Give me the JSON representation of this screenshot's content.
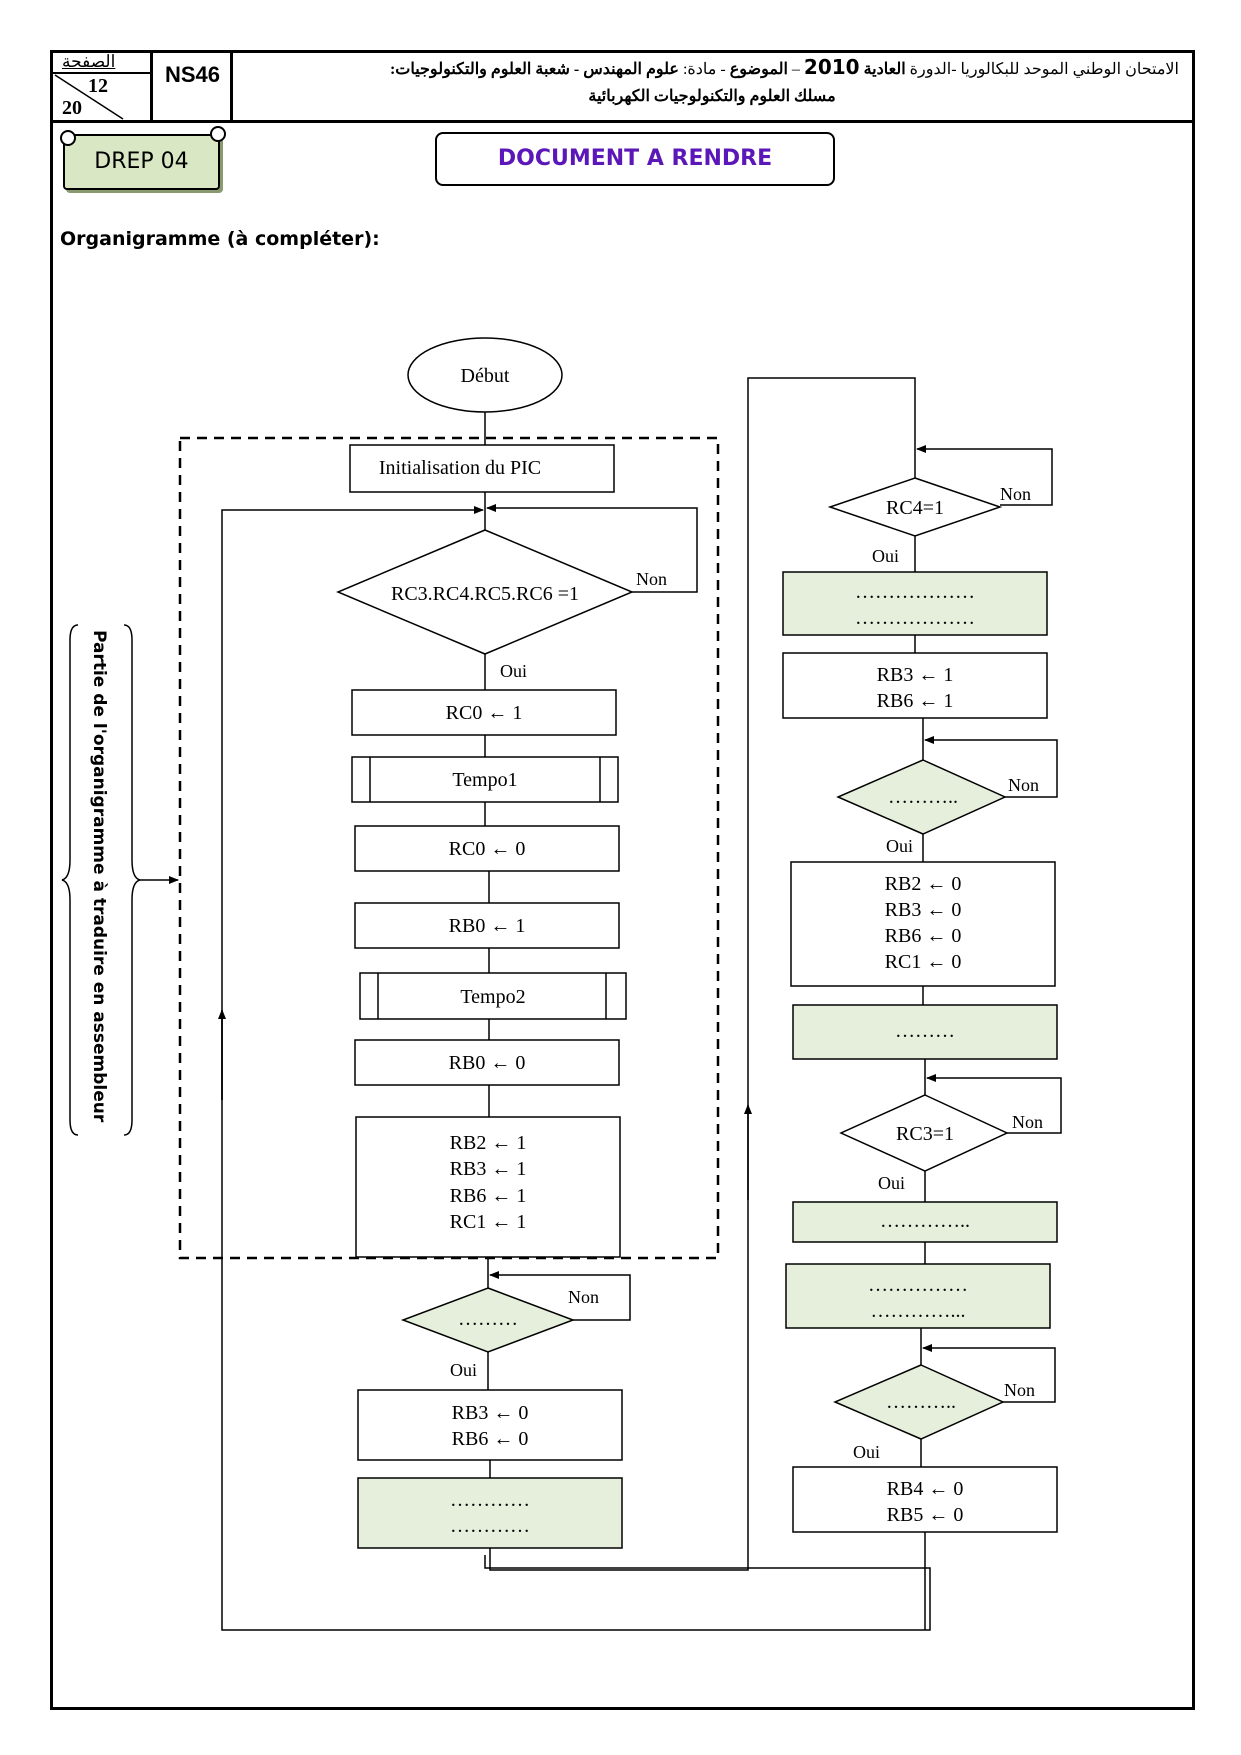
{
  "header": {
    "page_label": "الصفحة",
    "page_current": "12",
    "page_total": "20",
    "exam_code": "NS46",
    "line1_part1": "الامتحان الوطني الموحد للبكالوريا -الدورة ",
    "line1_session": "العادية",
    "line1_year": "2010",
    "line1_part2": " – ",
    "line1_subject_label": "الموضوع",
    "line1_part3": " - مادة: ",
    "line1_subject": "علوم المهندس",
    "line1_part4": " - شعبة العلوم والتكنولوجيات:",
    "line2": "مسلك العلوم والتكنولوجيات الكهربائية"
  },
  "drep": "DREP 04",
  "doc_title": "DOCUMENT A RENDRE",
  "section_title": "Organigramme (à compléter):",
  "side_label": "Partie de l'organigramme à traduire en assembleur",
  "flow": {
    "start": "Début",
    "init": "Initialisation du PIC",
    "cond_main": "RC3.RC4.RC5.RC6 =1",
    "yes": "Oui",
    "no": "Non",
    "rc0_1": "RC0 ← 1",
    "tempo1": "Tempo1",
    "rc0_0": "RC0 ← 0",
    "rb0_1": "RB0 ← 1",
    "tempo2": "Tempo2",
    "rb0_0": "RB0 ← 0",
    "block_set": [
      "RB2 ← 1",
      "RB3 ← 1",
      "RB6 ← 1",
      "RC1 ← 1"
    ],
    "cond_blank1": "………",
    "block_rb3_rb6_0": [
      "RB3 ← 0",
      "RB6 ← 0"
    ],
    "blank_two_lines_a": [
      "…………",
      "…………"
    ],
    "cond_rc4": "RC4=1",
    "blank_two_lines_b": [
      "………………",
      "………………"
    ],
    "block_rb3_rb6_1": [
      "RB3 ← 1",
      "RB6 ← 1"
    ],
    "cond_blank2": "………..",
    "block_reset": [
      "RB2  ← 0",
      "RB3 ← 0",
      "RB6 ← 0",
      "RC1 ← 0"
    ],
    "blank_single_a": "………",
    "cond_rc3": "RC3=1",
    "blank_single_b": "…………..",
    "blank_two_lines_c": [
      "……………",
      "…………..."
    ],
    "cond_blank3": "………..",
    "block_rb4_rb5": [
      "RB4 ← 0",
      "RB5 ← 0"
    ]
  },
  "colors": {
    "fill_blank": "#e6eedc",
    "title": "#5b17b8"
  }
}
